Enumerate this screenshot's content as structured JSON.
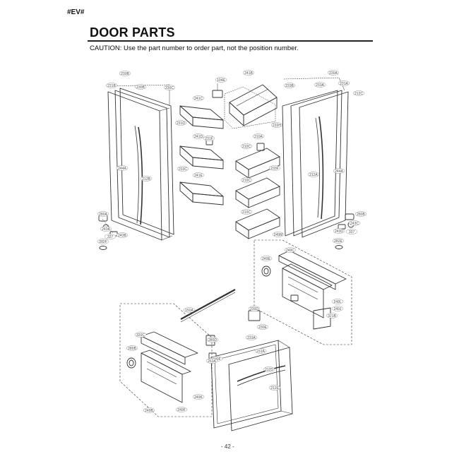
{
  "header_tag": "#EV#",
  "title": "DOOR PARTS",
  "caution": "CAUTION: Use the part number to order part, not the position number.",
  "page_number": "- 42 -",
  "part_labels": {
    "l230b": "230B",
    "l231b": "231B",
    "l230b2": "230B",
    "l230c": "230C",
    "l244a": "244A",
    "l212b": "212B",
    "l280a": "280A",
    "l243a": "243A",
    "l327": "327",
    "l243b": "243B",
    "l282f": "282F",
    "l104e": "104E",
    "l241c": "241C",
    "l231d": "231D",
    "l241d": "241D",
    "l231f": "231F",
    "l233c": "233C",
    "l241e": "241E",
    "l241b": "241B",
    "l210a": "210A",
    "l210c": "210C",
    "l233e": "233E",
    "l230a": "230A",
    "l233a": "233A",
    "l231a": "231A",
    "l212c": "212C",
    "l233b": "233B",
    "l233h": "233H",
    "l231c": "231C",
    "l233f": "233F",
    "l212a": "212A",
    "l244a2": "244A",
    "l280b": "280B",
    "l243c": "243C",
    "l243d": "243D",
    "l327b": "327",
    "l282e": "282E",
    "l249m": "249M",
    "l249c": "249C",
    "l249e": "249E",
    "l249l": "249L",
    "l249j": "249J",
    "l321b": "321B",
    "l150a": "150A",
    "l320c": "320C",
    "l280b2": "280B",
    "l249k": "249K",
    "l249f": "249F",
    "l249b": "249B",
    "l230d": "230D",
    "l230e": "230E",
    "l240f": "240F",
    "l233a2": "233A",
    "l231a2": "231A",
    "l212d": "212D",
    "l212e": "212E",
    "l263a": "263A",
    "l280d": "280D"
  }
}
